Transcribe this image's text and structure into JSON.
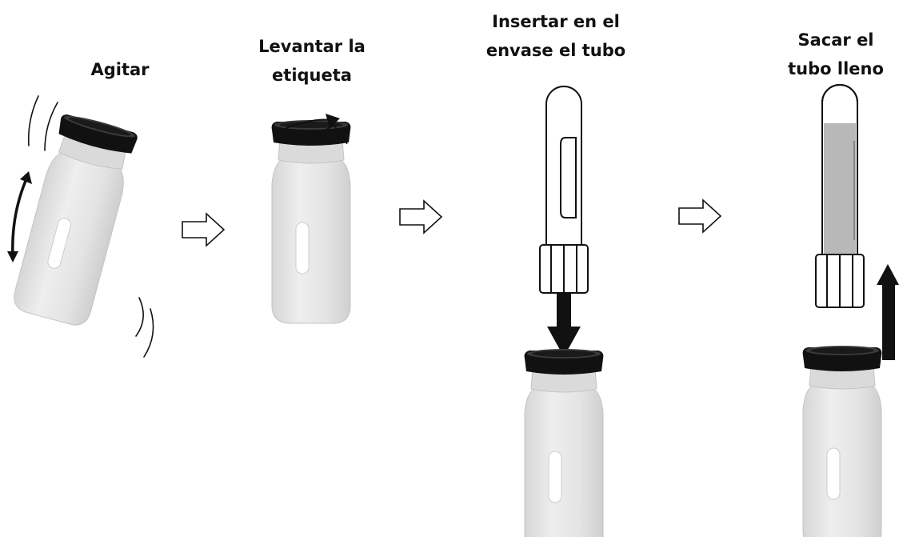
{
  "steps": [
    {
      "lines": [
        "Agitar"
      ]
    },
    {
      "lines": [
        "Levantar la",
        "etiqueta"
      ]
    },
    {
      "lines": [
        "Insertar en el",
        "envase el tubo"
      ]
    },
    {
      "lines": [
        "Sacar el",
        "tubo lleno"
      ]
    }
  ],
  "colors": {
    "bottle_body": "#e6e6e6",
    "bottle_shade": "#d2d2d2",
    "bottle_cap": "#111111",
    "tube_fill": "#b8b8b8",
    "outline": "#111111",
    "background": "#ffffff"
  },
  "icons": [
    "shake-motion-icon",
    "double-headed-arrow-icon",
    "hollow-right-arrow-icon",
    "label-lift-arrow-icon",
    "downward-arrow-icon",
    "upward-arrow-icon"
  ]
}
